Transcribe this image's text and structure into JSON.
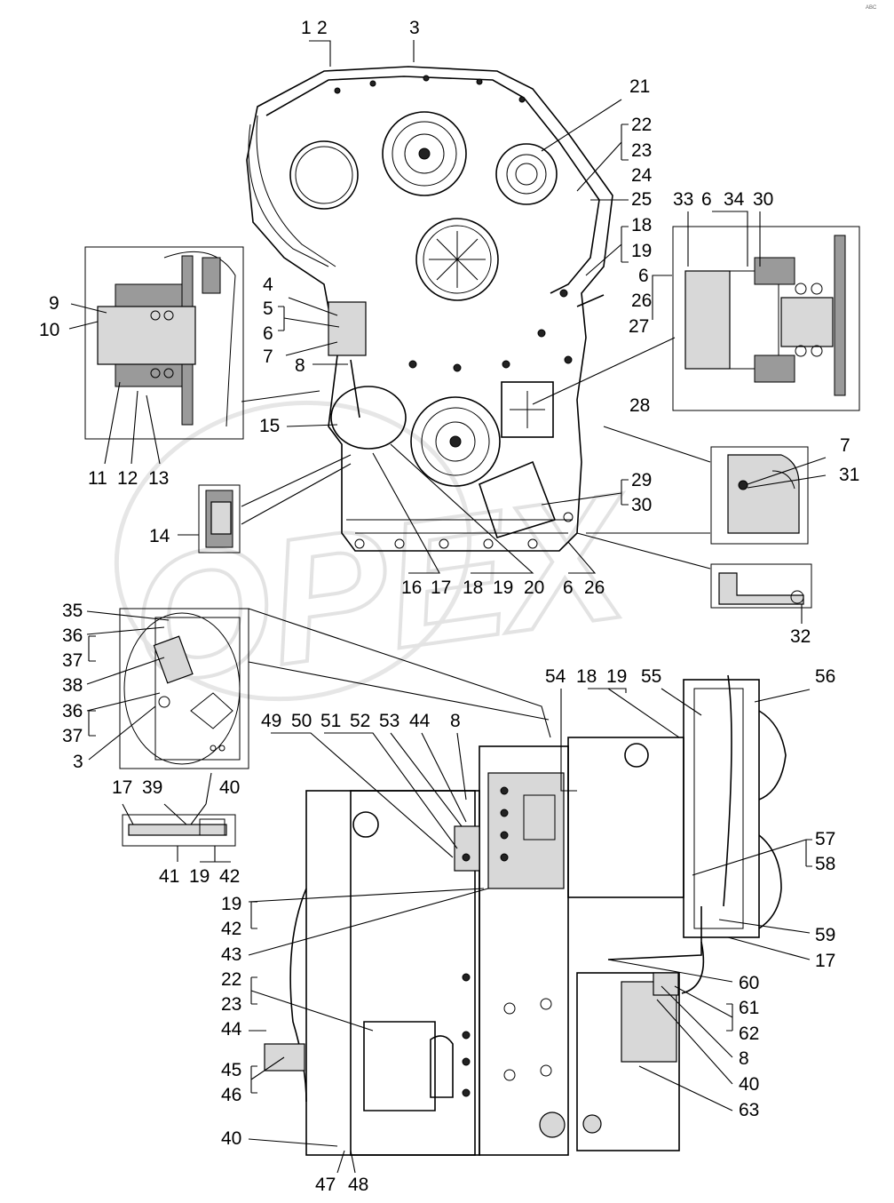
{
  "watermark": {
    "text": "OPEX"
  },
  "corner_mark": "ABC",
  "callouts": {
    "top_view": [
      "1",
      "2",
      "3",
      "21",
      "22",
      "23",
      "24",
      "25",
      "18",
      "19",
      "6",
      "26",
      "27",
      "28",
      "4",
      "5",
      "6",
      "7",
      "8",
      "15",
      "16",
      "17",
      "18",
      "19",
      "20",
      "6",
      "26",
      "29",
      "30"
    ],
    "detail_left": [
      "9",
      "10",
      "11",
      "12",
      "13"
    ],
    "detail_14": [
      "14"
    ],
    "detail_right": [
      "33",
      "6",
      "34",
      "30"
    ],
    "detail_cover": [
      "7",
      "31"
    ],
    "detail_bottom_right": [
      "32"
    ],
    "detail_35": [
      "35",
      "36",
      "37",
      "38",
      "36",
      "37",
      "3"
    ],
    "detail_strip": [
      "17",
      "39",
      "40",
      "41",
      "19",
      "42"
    ],
    "side_view_left": [
      "49",
      "50",
      "51",
      "52",
      "53",
      "44",
      "8",
      "19",
      "42",
      "43",
      "22",
      "23",
      "44",
      "45",
      "46",
      "40",
      "47",
      "48"
    ],
    "side_view_right": [
      "54",
      "18",
      "19",
      "55",
      "56",
      "57",
      "58",
      "59",
      "17",
      "60",
      "61",
      "62",
      "8",
      "40",
      "63"
    ]
  }
}
